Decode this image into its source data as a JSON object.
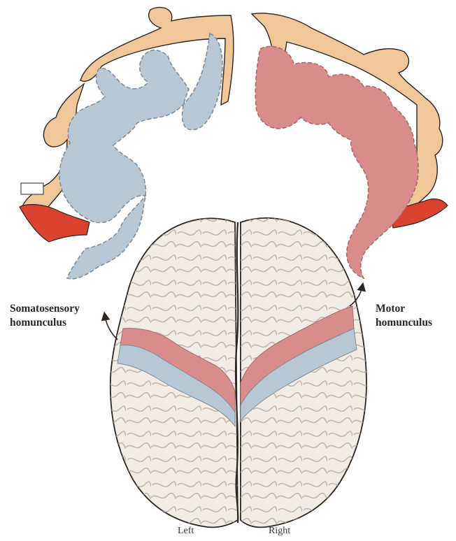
{
  "labels": {
    "somatosensory": [
      "Somatosensory",
      "homunculus"
    ],
    "motor": [
      "Motor",
      "homunculus"
    ],
    "left": "Left",
    "right": "Right"
  },
  "colors": {
    "somatosensory_cortex": "#b7c8d4",
    "motor_cortex": "#d88c8c",
    "body_figure": "#f1c79a",
    "lips_tongue": "#d9422e",
    "brain_surface": "#f2ece7",
    "outline": "#2b2622"
  },
  "icons": {
    "arrow": "curved-arrow-icon"
  }
}
